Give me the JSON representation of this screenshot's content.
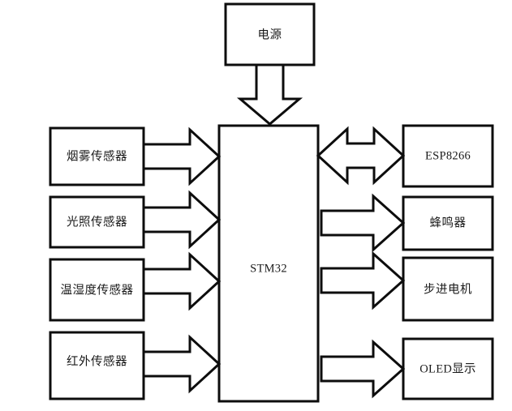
{
  "diagram": {
    "type": "block-diagram",
    "title_text": "",
    "background_color": "#ffffff",
    "line_color": "#0d0d0d",
    "fill_color": "#ffffff",
    "text_color": "#1a1a1a",
    "controller": {
      "label": "STM32",
      "name": "mcu-block"
    },
    "power": {
      "label": "电源",
      "name": "power-supply-block",
      "connection": "power-arrow-down"
    },
    "inputs": [
      {
        "label": "烟雾传感器",
        "name": "smoke-sensor-block",
        "arrow": "single-right"
      },
      {
        "label": "光照传感器",
        "name": "light-sensor-block",
        "arrow": "single-right"
      },
      {
        "label": "温湿度传感器",
        "name": "temp-humidity-sensor-block",
        "arrow": "single-right"
      },
      {
        "label": "红外传感器",
        "name": "infrared-sensor-block",
        "arrow": "single-right"
      }
    ],
    "outputs": [
      {
        "label": "ESP8266",
        "name": "esp8266-block",
        "arrow": "double-headed",
        "script": "latin"
      },
      {
        "label": "蜂鸣器",
        "name": "buzzer-block",
        "arrow": "single-right",
        "script": "cjk"
      },
      {
        "label": "步进电机",
        "name": "stepper-motor-block",
        "arrow": "single-right",
        "script": "cjk"
      },
      {
        "label": "OLED显示",
        "name": "oled-display-block",
        "arrow": "single-right",
        "script": "mixed"
      }
    ]
  }
}
